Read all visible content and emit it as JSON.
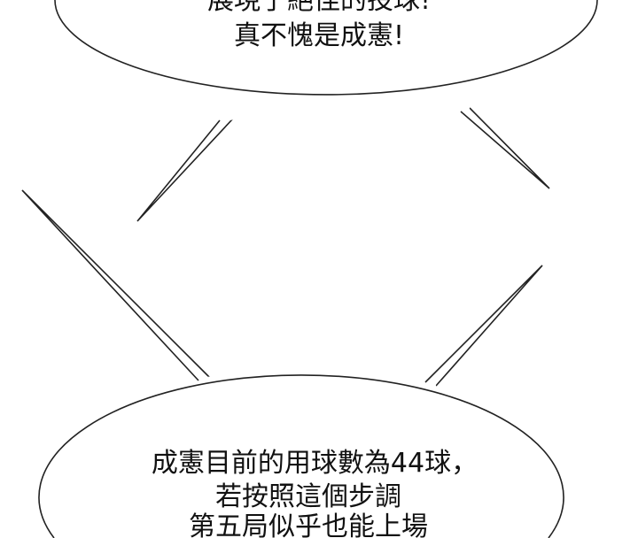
{
  "bubbles": {
    "top": {
      "lines": [
        "展現了絕佳的投球!",
        "真不愧是成憲!"
      ]
    },
    "bottom": {
      "lines": [
        "成憲目前的用球數為44球，",
        "若按照這個步調",
        "第五局似乎也能上場"
      ]
    }
  },
  "colors": {
    "outline": "#222222",
    "background": "#ffffff",
    "text": "#111111"
  }
}
